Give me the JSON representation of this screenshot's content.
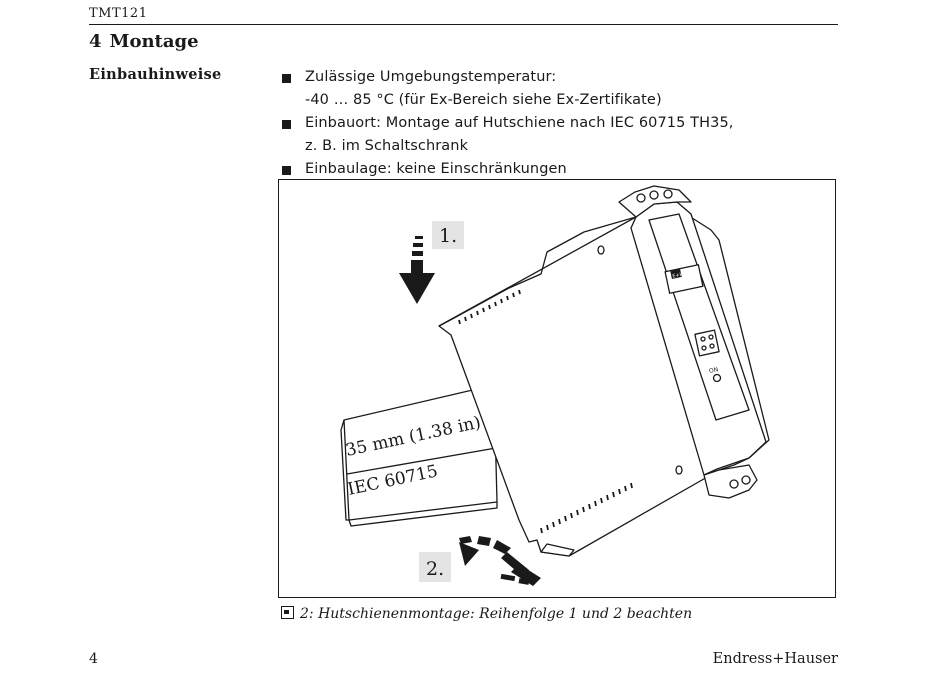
{
  "header": {
    "doc_id": "TMT121"
  },
  "section": {
    "number": "4",
    "title": "Montage"
  },
  "side_heading": "Einbauhinweise",
  "bullets": [
    {
      "line1": "Zulässige Umgebungstemperatur:",
      "line2": "-40 … 85 °C (für Ex-Bereich siehe Ex-Zertifikate)"
    },
    {
      "line1": "Einbauort: Montage auf Hutschiene nach IEC 60715 TH35,",
      "line2": "z. B. im Schaltschrank"
    },
    {
      "line1": "Einbaulage: keine Einschränkungen",
      "line2": ""
    }
  ],
  "figure": {
    "step1": "1.",
    "step2": "2.",
    "rail_dim": "35 mm (1.38 in)",
    "rail_std": "IEC 60715",
    "device_on": "ON",
    "device_brand": "E+H"
  },
  "caption": "2: Hutschienenmontage: Reihenfolge 1 und 2 beachten",
  "footer": {
    "page": "4",
    "brand": "Endress+Hauser"
  }
}
